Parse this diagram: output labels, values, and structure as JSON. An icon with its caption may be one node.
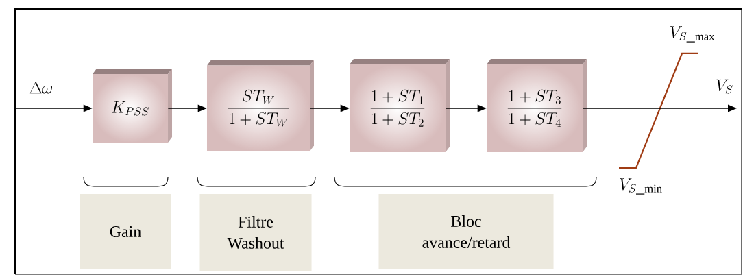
{
  "diagram": {
    "nodes": [
      {
        "text": [
          "K_{PSS}"
        ]
      },
      {
        "text": [
          "\\frac{ST_W}{1+ST_W}"
        ]
      },
      {
        "text": [
          "\\frac{1+ST_1}{1+ST_2}"
        ]
      },
      {
        "text": [
          "\\frac{1+ST_3}{1+ST_4}"
        ]
      },
      {
        "text": [
          "Gain"
        ]
      },
      {
        "text": [
          "Filtre Washout"
        ]
      },
      {
        "text": [
          "Bloc avance/retard"
        ]
      }
    ],
    "edges": [
      {
        "from": null,
        "to": 0,
        "arrow": "to",
        "label": "\\Delta\\omega"
      },
      {
        "from": 0,
        "to": 1,
        "arrow": "to"
      },
      {
        "from": 1,
        "to": 2,
        "arrow": "to"
      },
      {
        "from": 2,
        "to": 3,
        "arrow": "to"
      },
      {
        "from": 3,
        "to": null,
        "arrow": "to",
        "label": "V_S"
      }
    ],
    "labels": [
      "V_{S\\_\\mathrm{max}}",
      "V_{S\\_\\mathrm{min}}"
    ]
  }
}
